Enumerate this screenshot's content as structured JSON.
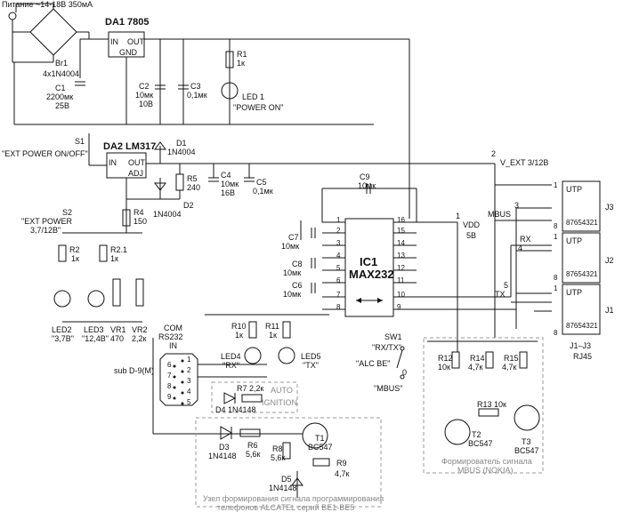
{
  "power": {
    "supply_label": "Питание ~14-18В 350мА"
  },
  "bridge": {
    "ref": "Br1",
    "part": "4x1N4004"
  },
  "da1": {
    "ref": "DA1 7805",
    "in": "IN",
    "out": "OUT",
    "gnd": "GND"
  },
  "da2": {
    "ref": "DA2 LM317",
    "in": "IN",
    "out": "OUT",
    "adj": "ADJ"
  },
  "caps": {
    "c1": [
      "C1",
      "2200мк",
      "25В"
    ],
    "c2": [
      "C2",
      "10мк",
      "10В"
    ],
    "c3": [
      "C3",
      "0,1мк"
    ],
    "c4": [
      "C4",
      "10мк",
      "16В"
    ],
    "c5": [
      "C5",
      "0,1мк"
    ],
    "c6": [
      "C6",
      "10мк"
    ],
    "c7": [
      "C7",
      "10мк"
    ],
    "c8": [
      "C8",
      "10мк"
    ],
    "c9": [
      "C9",
      "10мк"
    ]
  },
  "resistors": {
    "r1": [
      "R1",
      "1к"
    ],
    "r2": [
      "R2",
      "1к"
    ],
    "r21": [
      "R2.1",
      "1к"
    ],
    "r4": [
      "R4",
      "150"
    ],
    "r5": [
      "R5",
      "240"
    ],
    "r6": [
      "R6",
      "5,6к"
    ],
    "r7": "R7 2,2к",
    "r8": [
      "R8",
      "5,6к"
    ],
    "r9": [
      "R9",
      "4,7к"
    ],
    "r10": [
      "R10",
      "1к"
    ],
    "r11": [
      "R11",
      "1к"
    ],
    "r12": [
      "R12",
      "10к"
    ],
    "r13": "R13 10к",
    "r14": [
      "R14",
      "4,7к"
    ],
    "r15": [
      "R15",
      "4,7к"
    ]
  },
  "vr": {
    "vr1": [
      "VR1",
      "470"
    ],
    "vr2": [
      "VR2",
      "2,2к"
    ]
  },
  "diodes": {
    "d1": [
      "D1",
      "1N4004"
    ],
    "d2": [
      "D2",
      "1N4004"
    ],
    "d3": [
      "D3",
      "1N4148"
    ],
    "d4": "D4 1N4148",
    "d5": [
      "D5",
      "1N4148"
    ]
  },
  "leds": {
    "led1": [
      "LED 1",
      "\"POWER ON\""
    ],
    "led2": [
      "LED2",
      "\"3,7В\""
    ],
    "led3": [
      "LED3",
      "\"12,4В\""
    ],
    "led4": [
      "LED4",
      "\"RX\""
    ],
    "led5": [
      "LED5",
      "\"TX\""
    ]
  },
  "switches": {
    "s1": "S1",
    "s1_label": "\"EXT POWER ON/OFF\"",
    "s2": "S2",
    "s2_label1": "\"EXT POWER",
    "s2_label2": "3,7/12В\"",
    "sw1": "SW1",
    "sw1_rxtx": "\"RX/TX\"",
    "sw1_alc": "\"ALC BE\"",
    "sw1_mbus": "\"MBUS\"",
    "sw1_pos0": "0"
  },
  "ic1": {
    "ref": "IC1",
    "part": "MAX232",
    "left_pins": [
      "1",
      "2",
      "3",
      "4",
      "5",
      "6",
      "7",
      "8"
    ],
    "right_pins": [
      "16",
      "15",
      "14",
      "13",
      "12",
      "11",
      "10",
      "9"
    ]
  },
  "transistors": {
    "t1": [
      "T1",
      "BC547"
    ],
    "t2": [
      "T2",
      "BC547"
    ],
    "t3": [
      "T3",
      "BC547"
    ]
  },
  "com": {
    "l1": "COM",
    "l2": "RS232",
    "l3": "IN",
    "sub": "sub D-9(M)",
    "pins": [
      "1",
      "2",
      "3",
      "4",
      "5",
      "6",
      "7",
      "8",
      "9"
    ]
  },
  "nodes": {
    "n1": "1",
    "n2": "2",
    "n3": "3",
    "n4": "4",
    "n5": "5",
    "vdd": "VDD",
    "vdd_v": "5В",
    "vext": "V_EXT 3/12В",
    "mbus": "MBUS",
    "rx": "RX",
    "tx": "TX"
  },
  "jacks": {
    "j1": "J1",
    "j2": "J2",
    "j3": "J3",
    "utp": "UTP",
    "pinnums": "87654321",
    "j_all": "J1–J3",
    "rj": "RJ45",
    "p1": "1",
    "p8": "8"
  },
  "groups": {
    "auto1": "AUTO",
    "auto2": "IGNITION",
    "mbus1": "Формирователь сигнала",
    "mbus2": "MBUS (NOKIA)",
    "alc1": "Узел формирования сигнала программирования",
    "alc2": "телефонов ALCATEL серий BE1-BE5"
  }
}
